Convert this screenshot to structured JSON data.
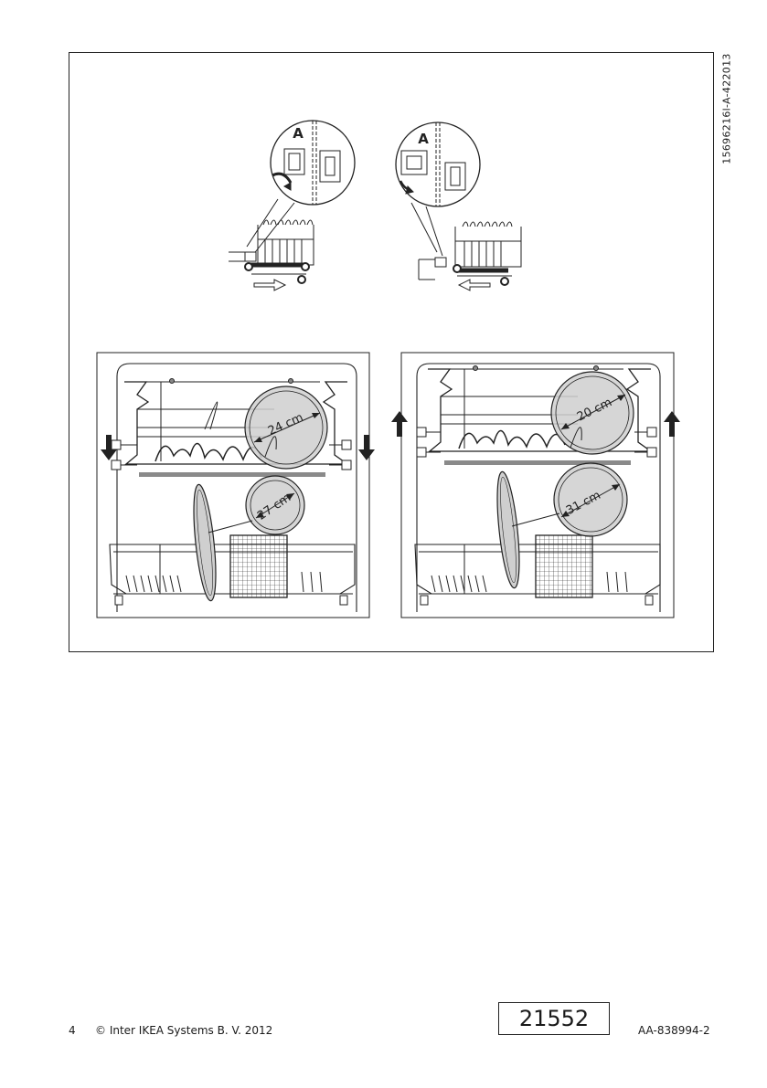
{
  "detail_labels": {
    "left": "A",
    "right": "A"
  },
  "measurements": {
    "left_upper": "24 cm",
    "left_lower": "27 cm",
    "right_upper": "20 cm",
    "right_lower": "31 cm"
  },
  "side_code": "15696216l-A-422013",
  "footer": {
    "page_number": "4",
    "copyright": "© Inter IKEA Systems B. V. 2012",
    "box_number": "21552",
    "doc_code": "AA-838994-2"
  },
  "colors": {
    "line": "#222222",
    "disc_fill": "#cfcfcf",
    "bar": "#8a8a8a"
  }
}
